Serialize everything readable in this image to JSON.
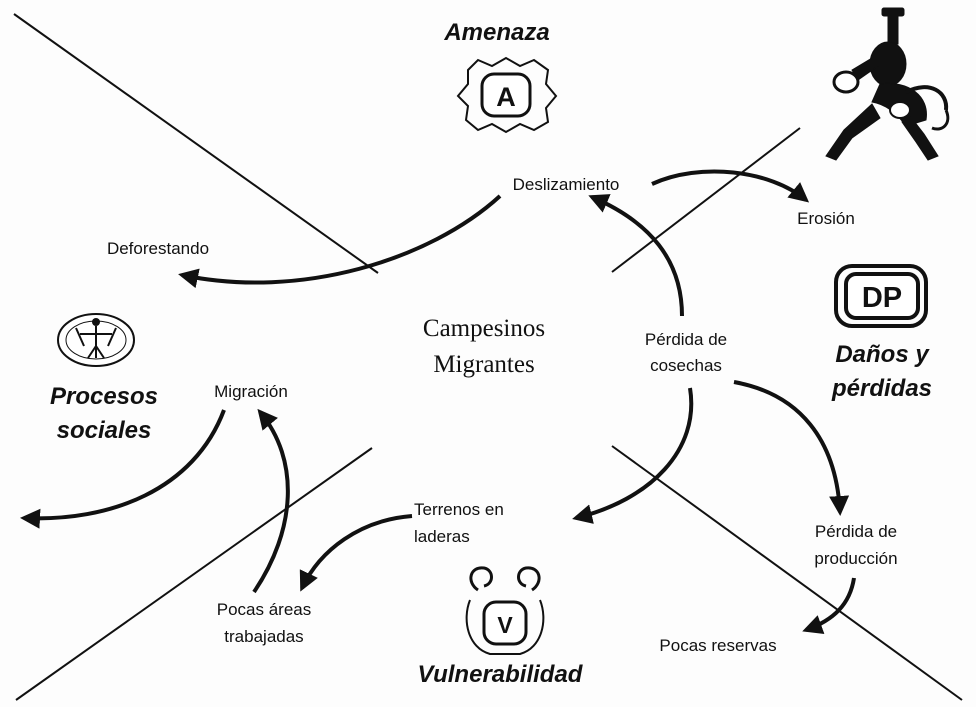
{
  "quadrants": {
    "threat": "Amenaza",
    "damage": [
      "Daños y",
      "pérdidas"
    ],
    "social": [
      "Procesos",
      "sociales"
    ],
    "vulnerability": "Vulnerabilidad"
  },
  "icons": {
    "threat_badge": "A",
    "damage_badge": "DP",
    "vulnerability_badge": "V"
  },
  "center": [
    "Campesinos",
    "Migrantes"
  ],
  "nodes": {
    "landslide": "Deslizamiento",
    "erosion": "Erosión",
    "deforesting": "Deforestando",
    "crop_loss": [
      "Pérdida de",
      "cosechas"
    ],
    "migration": "Migración",
    "hillside_land": [
      "Terrenos en",
      "laderas"
    ],
    "production_loss": [
      "Pérdida de",
      "producción"
    ],
    "few_areas": [
      "Pocas áreas",
      "trabajadas"
    ],
    "few_reserves": "Pocas reservas"
  }
}
